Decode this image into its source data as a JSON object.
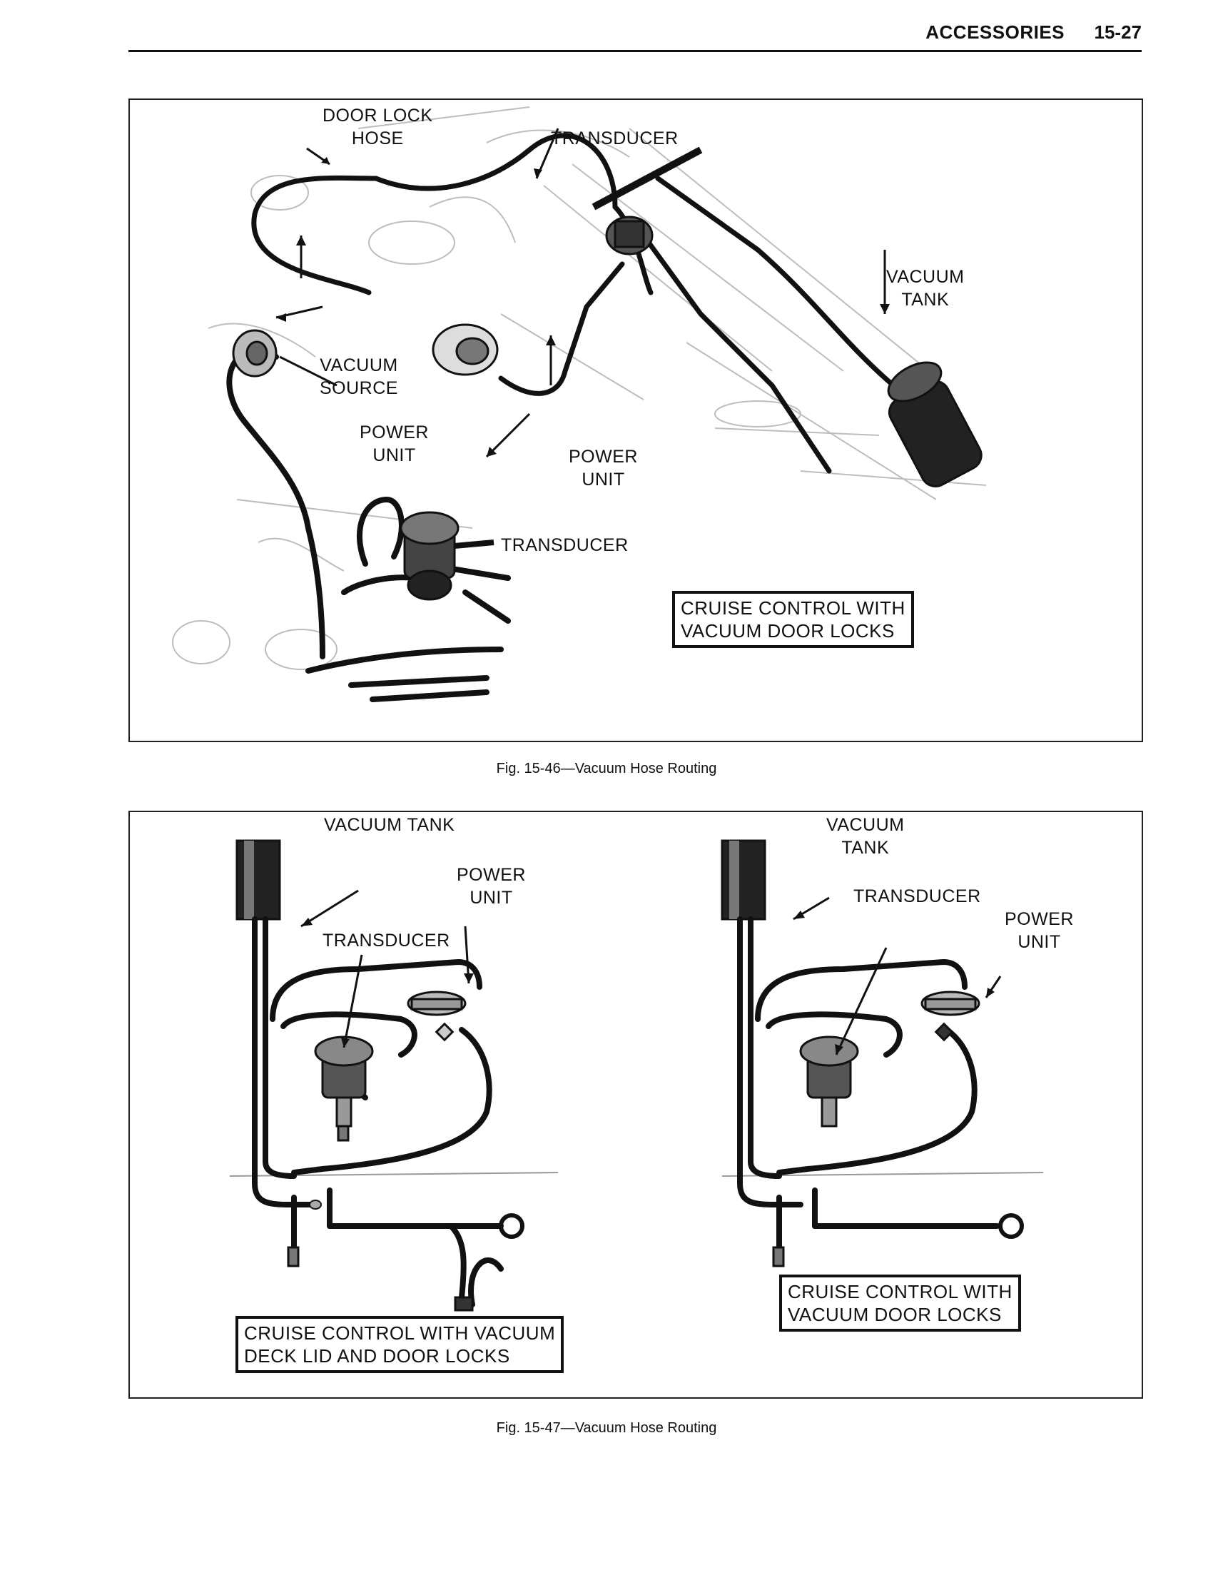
{
  "header": {
    "section": "ACCESSORIES",
    "page": "15-27"
  },
  "fig46": {
    "caption": "Fig. 15-46—Vacuum Hose Routing",
    "labels": {
      "door_lock_hose_1": "DOOR LOCK",
      "door_lock_hose_2": "HOSE",
      "transducer_top": "TRANSDUCER",
      "vacuum_tank_1": "VACUUM",
      "vacuum_tank_2": "TANK",
      "vacuum_source_1": "VACUUM",
      "vacuum_source_2": "SOURCE",
      "power_unit_left_1": "POWER",
      "power_unit_left_2": "UNIT",
      "power_unit_center_1": "POWER",
      "power_unit_center_2": "UNIT",
      "transducer_bottom": "TRANSDUCER"
    },
    "box_lines": [
      "CRUISE CONTROL WITH",
      "VACUUM DOOR LOCKS"
    ]
  },
  "fig47": {
    "caption": "Fig. 15-47—Vacuum Hose Routing",
    "left": {
      "vacuum_tank": "VACUUM TANK",
      "power_unit_1": "POWER",
      "power_unit_2": "UNIT",
      "transducer": "TRANSDUCER",
      "box_lines": [
        "CRUISE CONTROL WITH VACUUM",
        "DECK LID AND DOOR LOCKS"
      ]
    },
    "right": {
      "vacuum_tank_1": "VACUUM",
      "vacuum_tank_2": "TANK",
      "transducer": "TRANSDUCER",
      "power_unit_1": "POWER",
      "power_unit_2": "UNIT",
      "box_lines": [
        "CRUISE CONTROL WITH",
        "VACUUM DOOR LOCKS"
      ]
    }
  },
  "colors": {
    "ink": "#111111",
    "paper": "#ffffff",
    "sketch": "#bdbdbd"
  }
}
